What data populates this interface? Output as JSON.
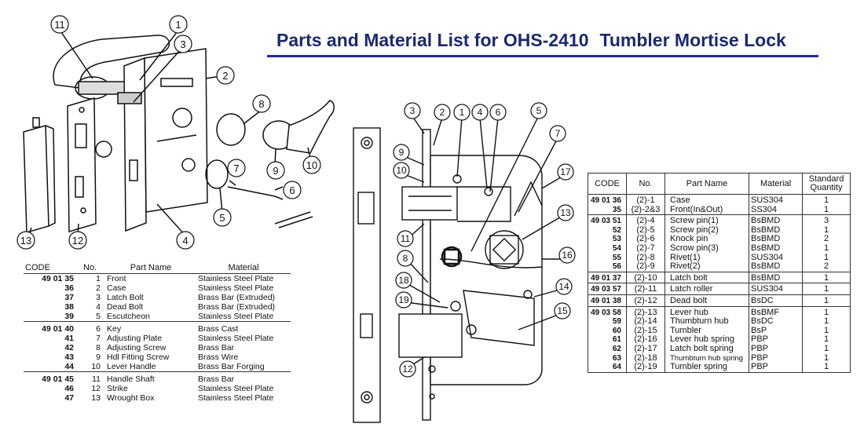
{
  "title": {
    "main": "Parts and Material List for OHS-2410",
    "sub": "Tumbler Mortise Lock"
  },
  "left_callouts": [
    "11",
    "1",
    "3",
    "2",
    "8",
    "7",
    "9",
    "10",
    "6",
    "5",
    "4",
    "12",
    "13"
  ],
  "right_callouts": [
    "3",
    "2",
    "1",
    "4",
    "6",
    "5",
    "7",
    "9",
    "10",
    "17",
    "13",
    "11",
    "8",
    "16",
    "18",
    "19",
    "14",
    "15",
    "12"
  ],
  "left_table": {
    "headers": [
      "CODE",
      "No.",
      "Part Name",
      "Material"
    ],
    "groups": [
      {
        "rows": [
          {
            "code": "49 01 35",
            "no": "1",
            "name": "Front",
            "material": "Stainless Steel Plate"
          },
          {
            "code": "36",
            "no": "2",
            "name": "Case",
            "material": "Stainless Steel Plate"
          },
          {
            "code": "37",
            "no": "3",
            "name": "Latch Bolt",
            "material": "Brass Bar (Extruded)"
          },
          {
            "code": "38",
            "no": "4",
            "name": "Dead Bolt",
            "material": "Brass Bar (Extruded)"
          },
          {
            "code": "39",
            "no": "5",
            "name": "Escutcheon",
            "material": "Stainless Steel Plate"
          }
        ]
      },
      {
        "rows": [
          {
            "code": "49 01 40",
            "no": "6",
            "name": "Key",
            "material": "Brass Cast"
          },
          {
            "code": "41",
            "no": "7",
            "name": "Adjusting Plate",
            "material": "Stainless Steel Plate"
          },
          {
            "code": "42",
            "no": "8",
            "name": "Adjusting Screw",
            "material": "Brass Bar"
          },
          {
            "code": "43",
            "no": "9",
            "name": "Hdl Fitting Screw",
            "material": "Brass Wire"
          },
          {
            "code": "44",
            "no": "10",
            "name": "Lever Handle",
            "material": "Brass Bar Forging"
          }
        ]
      },
      {
        "rows": [
          {
            "code": "49 01 45",
            "no": "11",
            "name": "Handle Shaft",
            "material": "Brass Bar"
          },
          {
            "code": "46",
            "no": "12",
            "name": "Strike",
            "material": "Stainless Steel Plate"
          },
          {
            "code": "47",
            "no": "13",
            "name": "Wrought Box",
            "material": "Stainless Steel Plate"
          }
        ]
      }
    ]
  },
  "right_table": {
    "headers": [
      "CODE",
      "No.",
      "Part Name",
      "Material",
      "Standard Quantity"
    ],
    "groups": [
      {
        "rows": [
          {
            "code": "49 01 36",
            "no": "(2)-1",
            "name": "Case",
            "material": "SUS304",
            "qty": "1"
          },
          {
            "code": "35",
            "no": "(2)-2&3",
            "name": "Front(In&Out)",
            "material": "SS304",
            "qty": "1"
          }
        ]
      },
      {
        "rows": [
          {
            "code": "49 03 51",
            "no": "(2)-4",
            "name": "Screw pin(1)",
            "material": "BsBMD",
            "qty": "3"
          },
          {
            "code": "52",
            "no": "(2)-5",
            "name": "Screw pin(2)",
            "material": "BsBMD",
            "qty": "1"
          },
          {
            "code": "53",
            "no": "(2)-6",
            "name": "Knock pin",
            "material": "BsBMD",
            "qty": "2"
          },
          {
            "code": "54",
            "no": "(2)-7",
            "name": "Scrow pin(3)",
            "material": "BsBMD",
            "qty": "1"
          },
          {
            "code": "55",
            "no": "(2)-8",
            "name": "Rivet(1)",
            "material": "SUS304",
            "qty": "1"
          },
          {
            "code": "56",
            "no": "(2)-9",
            "name": "Rivet(2)",
            "material": "BsBMD",
            "qty": "2"
          }
        ]
      },
      {
        "rows": [
          {
            "code": "49 01 37",
            "no": "(2)-10",
            "name": "Latch bolt",
            "material": "BsBMD",
            "qty": "1"
          }
        ]
      },
      {
        "rows": [
          {
            "code": "49 03 57",
            "no": "(2)-11",
            "name": "Latch roller",
            "material": "SUS304",
            "qty": "1"
          }
        ]
      },
      {
        "rows": [
          {
            "code": "49 01 38",
            "no": "(2)-12",
            "name": "Dead bolt",
            "material": "BsDC",
            "qty": "1"
          }
        ]
      },
      {
        "rows": [
          {
            "code": "49 03 58",
            "no": "(2)-13",
            "name": "Lever hub",
            "material": "BsBMF",
            "qty": "1"
          },
          {
            "code": "59",
            "no": "(2)-14",
            "name": "Thumbturn hub",
            "material": "BsDC",
            "qty": "1"
          },
          {
            "code": "60",
            "no": "(2)-15",
            "name": "Tumbler",
            "material": "BsP",
            "qty": "1"
          },
          {
            "code": "61",
            "no": "(2)-16",
            "name": "Lever hub spring",
            "material": "PBP",
            "qty": "1"
          },
          {
            "code": "62",
            "no": "(2)-17",
            "name": "Latch bolt spring",
            "material": "PBP",
            "qty": "1"
          },
          {
            "code": "63",
            "no": "(2)-18",
            "name": "Thumbturn hub spring",
            "material": "PBP",
            "qty": "1"
          },
          {
            "code": "64",
            "no": "(2)-19",
            "name": "Tumbler spring",
            "material": "PBP",
            "qty": "1"
          }
        ]
      }
    ]
  }
}
